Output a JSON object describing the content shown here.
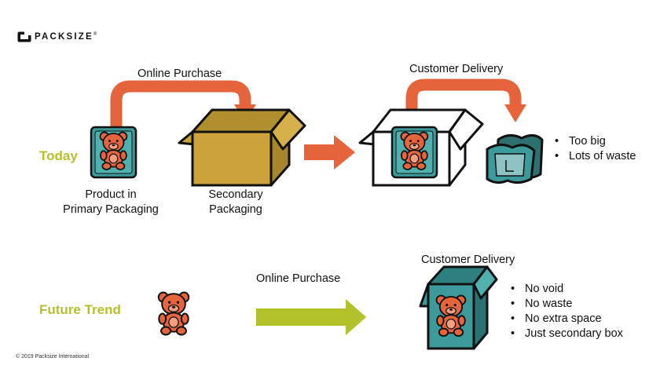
{
  "logo": {
    "brand": "PACKSIZE",
    "trademark": "®"
  },
  "today": {
    "row_label": "Today",
    "online_purchase_label": "Online Purchase",
    "customer_delivery_label": "Customer Delivery",
    "primary_caption": [
      "Product in",
      "Primary Packaging"
    ],
    "secondary_caption": [
      "Secondary",
      "Packaging"
    ],
    "bullets": [
      "Too big",
      "Lots of waste"
    ]
  },
  "future": {
    "row_label": "Future Trend",
    "online_purchase_label": "Online Purchase",
    "customer_delivery_label": "Customer Delivery",
    "bullets": [
      "No void",
      "No waste",
      "No extra space",
      "Just secondary box"
    ]
  },
  "footer": {
    "copyright": "© 2019 Packsize International"
  },
  "colors": {
    "today_label": "#b7bf2e",
    "future_label": "#b7bf2e",
    "curved_arrow": "#e6643c",
    "straight_arrow_today": "#e6643c",
    "straight_arrow_future": "#b3c12a",
    "teddy_bear": "#e6643c",
    "teal_package": "#3d9a9b",
    "cardboard_box": "#cba33a",
    "outline": "#111111"
  },
  "icons": {
    "bear": "teddy-bear-icon",
    "box": "shipping-box-icon",
    "void_fill": "air-pillows-icon",
    "logo": "packsize-logo-icon"
  }
}
